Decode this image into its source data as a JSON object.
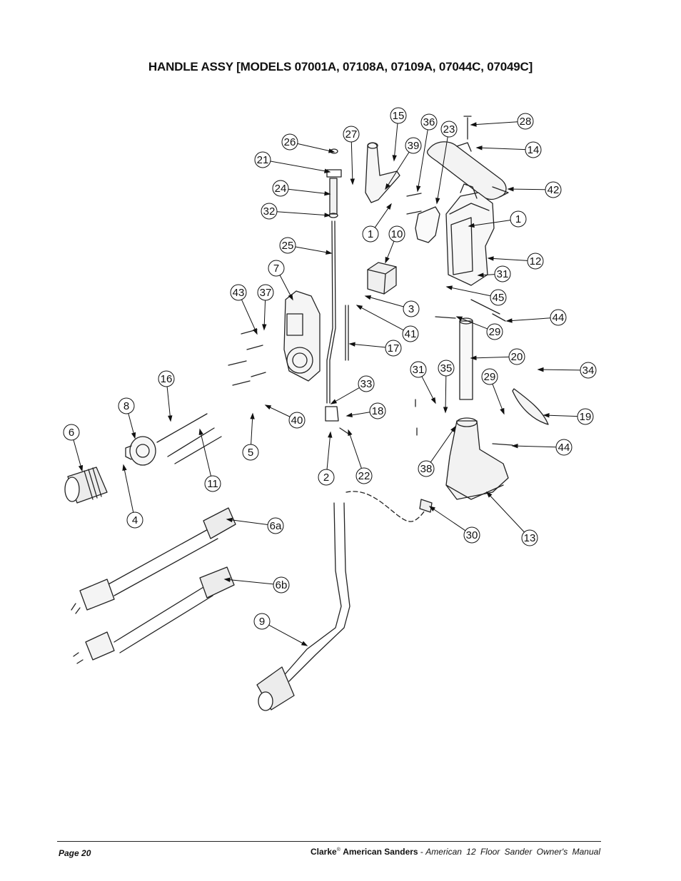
{
  "title": "HANDLE ASSY [MODELS 07001A, 07108A, 07109A, 07044C, 07049C]",
  "callouts": [
    "15",
    "36",
    "23",
    "28",
    "27",
    "26",
    "39",
    "14",
    "21",
    "24",
    "42",
    "32",
    "1",
    "1",
    "10",
    "25",
    "12",
    "7",
    "31",
    "43",
    "37",
    "3",
    "45",
    "44",
    "41",
    "29",
    "17",
    "20",
    "31",
    "35",
    "29",
    "34",
    "16",
    "33",
    "18",
    "19",
    "8",
    "6",
    "40",
    "44",
    "5",
    "38",
    "2",
    "22",
    "11",
    "4",
    "30",
    "13",
    "6a",
    "6b",
    "9"
  ],
  "footer": {
    "page": "Page  20",
    "brand": "Clarke",
    "brand_mark": "®",
    "company": "American Sanders",
    "separator": " - ",
    "manual": "American  12  Floor Sander  Owner's  Manual"
  }
}
